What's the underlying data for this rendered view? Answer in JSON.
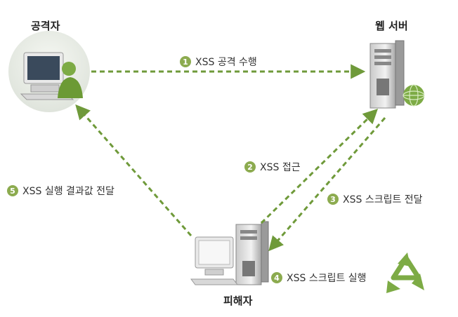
{
  "nodes": {
    "attacker": {
      "label": "공격자"
    },
    "web_server": {
      "label": "웹 서버"
    },
    "victim": {
      "label": "피해자"
    }
  },
  "steps": [
    {
      "num": "1",
      "text": "XSS 공격 수행"
    },
    {
      "num": "2",
      "text": "XSS 접근"
    },
    {
      "num": "3",
      "text": "XSS 스크립트 전달"
    },
    {
      "num": "4",
      "text": "XSS 스크립트 실행"
    },
    {
      "num": "5",
      "text": "XSS 실행 결과값 전달"
    }
  ],
  "colors": {
    "arrow": "#6f9a3a",
    "accent": "#8cab4f",
    "recycle": "#7dab45"
  }
}
